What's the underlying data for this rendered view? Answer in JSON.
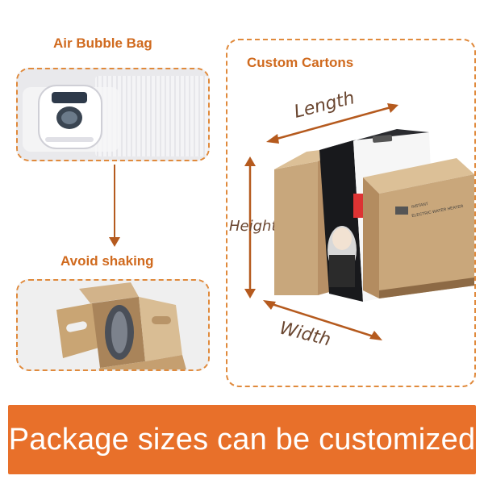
{
  "sections": {
    "bubble_bag": {
      "title": "Air Bubble Bag"
    },
    "avoid": {
      "title": "Avoid shaking"
    },
    "cartons": {
      "title": "Custom Cartons",
      "length_label": "Length",
      "height_label": "Height",
      "width_label": "Width",
      "carton_print": {
        "line1": "INSTANT",
        "line2": "ELECTRIC WATER HEATER"
      }
    }
  },
  "banner": {
    "text": "Package sizes can be customized"
  },
  "colors": {
    "accent": "#e8702a",
    "label": "#d06a1e",
    "dashed_border": "#e08a3c",
    "cardboard": "#c8a77c",
    "arrow": "#b55a1e"
  },
  "icons": [
    "arrow-down-icon",
    "double-arrow-icon"
  ]
}
